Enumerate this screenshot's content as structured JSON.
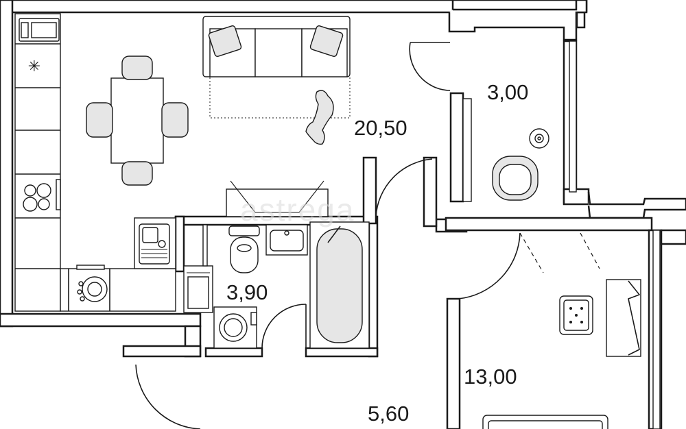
{
  "rooms": {
    "kitchen_living": {
      "area": "20,50"
    },
    "balcony": {
      "area": "3,00"
    },
    "bathroom": {
      "area": "3,90"
    },
    "bedroom": {
      "area": "13,00"
    },
    "hallway": {
      "area": "5,60"
    }
  },
  "watermark": {
    "text": "astrega"
  },
  "colors": {
    "wall": "#1a1a1a",
    "furniture_fill": "#e6e6e6",
    "background": "#ffffff"
  }
}
